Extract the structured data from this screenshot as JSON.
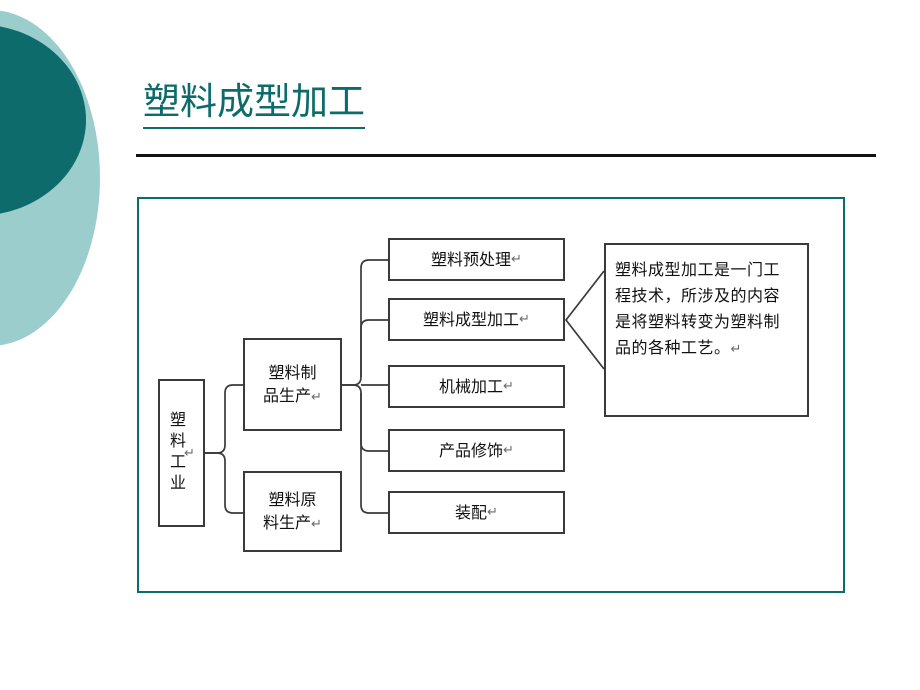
{
  "slide": {
    "title": "塑料成型加工",
    "title_color": "#0d6b6b",
    "accent_dark": "#0d6b6b",
    "accent_light": "#9ccdcd",
    "rule_color": "#121212",
    "frame_border_color": "#0d6b6b",
    "background": "#ffffff"
  },
  "diagram": {
    "pilcrow": "↵",
    "root": {
      "label": "塑料工业",
      "mark": "↵"
    },
    "level2": [
      {
        "label_line1": "塑料制",
        "label_line2": "品生产",
        "mark": "↵"
      },
      {
        "label_line1": "塑料原",
        "label_line2": "料生产",
        "mark": "↵"
      }
    ],
    "level3": [
      {
        "label": "塑料预处理",
        "mark": "↵"
      },
      {
        "label": "塑料成型加工",
        "mark": "↵"
      },
      {
        "label": "机械加工",
        "mark": "↵"
      },
      {
        "label": "产品修饰",
        "mark": "↵"
      },
      {
        "label": "装配",
        "mark": "↵"
      }
    ],
    "callout": {
      "text": "塑料成型加工是一门工程技术，所涉及的内容是将塑料转变为塑料制品的各种工艺。",
      "mark": "↵"
    }
  }
}
